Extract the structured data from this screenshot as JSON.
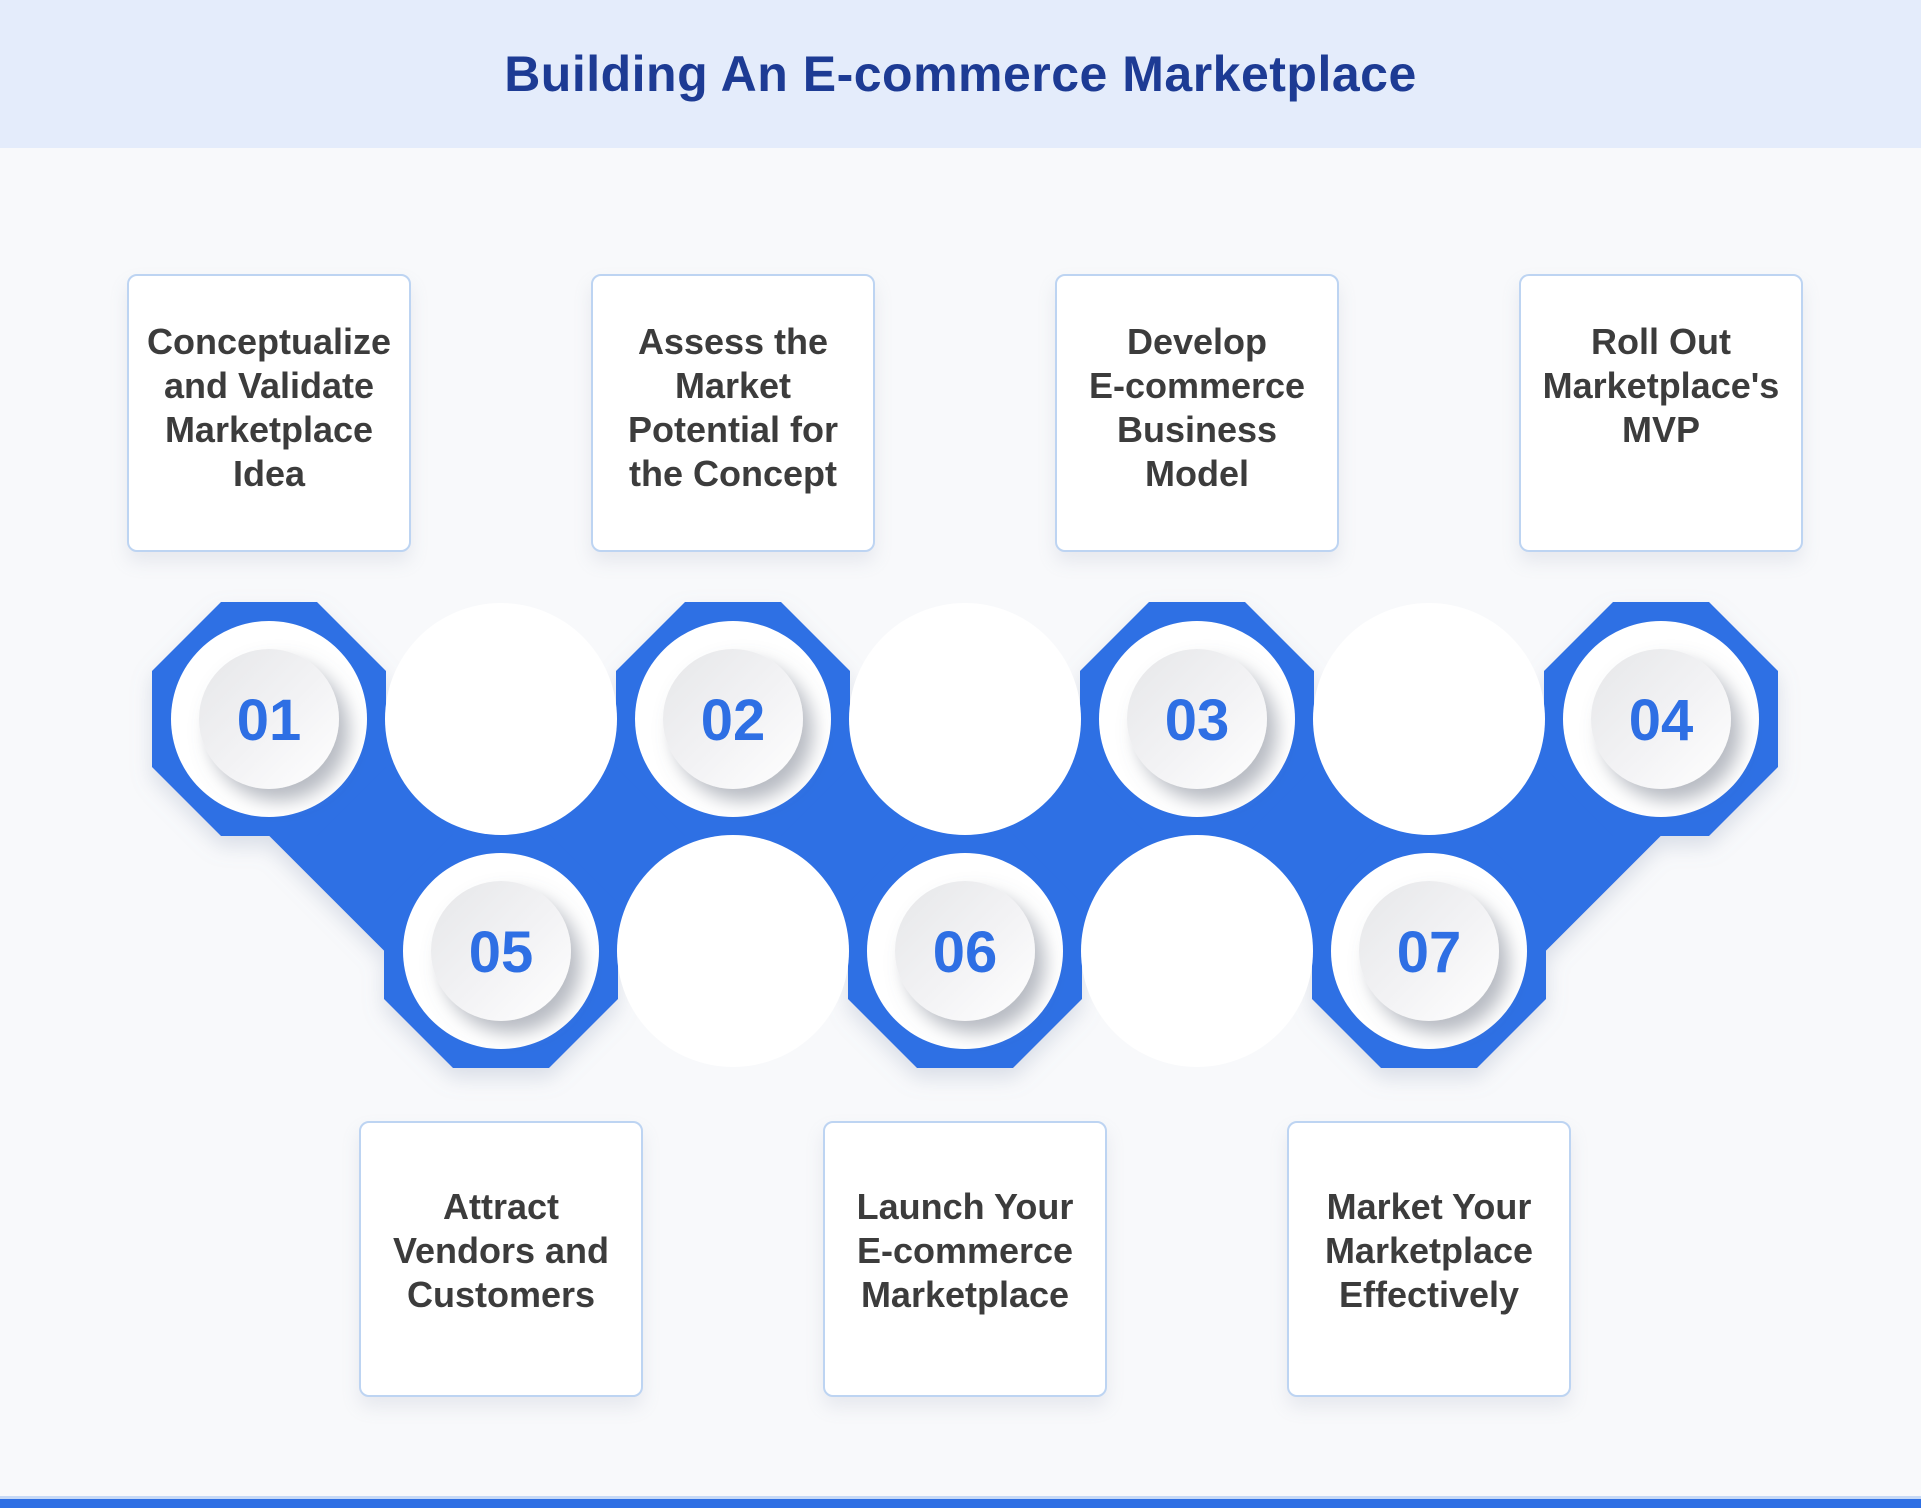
{
  "header": {
    "title": "Building An E-commerce Marketplace"
  },
  "steps": [
    {
      "number": "01",
      "label": "Conceptualize\nand Validate\nMarketplace\nIdea",
      "row": "top"
    },
    {
      "number": "02",
      "label": "Assess the\nMarket\nPotential for\nthe Concept",
      "row": "top"
    },
    {
      "number": "03",
      "label": "Develop\nE-commerce\nBusiness\nModel",
      "row": "top"
    },
    {
      "number": "04",
      "label": "Roll Out\nMarketplace's\nMVP",
      "row": "top"
    },
    {
      "number": "05",
      "label": "Attract\nVendors and\nCustomers",
      "row": "bottom"
    },
    {
      "number": "06",
      "label": "Launch Your\nE-commerce\nMarketplace",
      "row": "bottom"
    },
    {
      "number": "07",
      "label": "Market Your\nMarketplace\nEffectively",
      "row": "bottom"
    }
  ],
  "colors": {
    "ribbon_blue": "#2e6fe4",
    "title_navy": "#1d3b94",
    "header_band_bg": "#e4ecfb",
    "card_border": "#bdd4f2",
    "card_text": "#3c3c3c",
    "footer_bar": "#2e6fe4"
  }
}
